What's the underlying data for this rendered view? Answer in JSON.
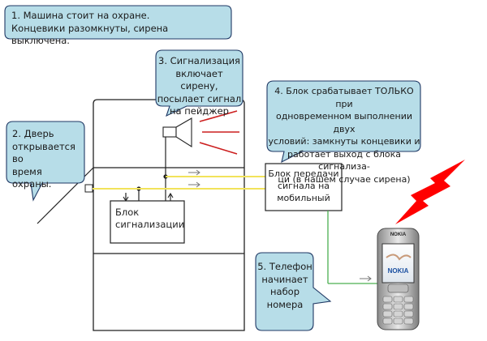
{
  "callouts": {
    "c1": [
      "1. Машина стоит на охране.",
      "Концевики разомкнуты, сирена выключена."
    ],
    "c2": [
      "2. Дверь",
      "открывается во",
      "время охраны."
    ],
    "c3": [
      "3. Сигнализация",
      "включает сирену,",
      "посылает сигнал",
      "на пейджер"
    ],
    "c4": [
      "4. Блок срабатывает ТОЛЬКО при",
      "одновременном выполнении двух",
      "условий: замкнуты концевики и",
      "работает выход с блока сигнализа-",
      "ци (в нашем случае сирена)"
    ],
    "c5": [
      "5. Телефон",
      "начинает",
      "набор",
      "номера"
    ]
  },
  "blocks": {
    "alarm": [
      "Блок",
      "сигнализации"
    ],
    "transmitter": [
      "Блок передачи",
      "сигнала на",
      "мобильный"
    ]
  },
  "phone": {
    "brand_top": "NOKIA",
    "brand_screen": "NOKIA"
  },
  "colors": {
    "callout_fill": "#b7dde8",
    "callout_stroke": "#1f3864",
    "wire_yellow": "#f2e35b",
    "wire_green": "#4caf50",
    "siren_rays": "#cc1f1f",
    "lightning": "#ff0000"
  }
}
